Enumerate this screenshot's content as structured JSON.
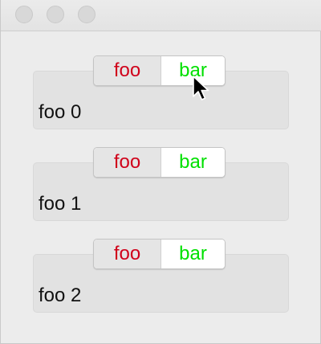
{
  "window": {
    "traffic_lights": [
      "close",
      "minimize",
      "zoom"
    ]
  },
  "colors": {
    "foo_text": "#d0021b",
    "bar_text": "#00e000"
  },
  "rows": [
    {
      "label": "foo 0",
      "seg_foo": "foo",
      "seg_bar": "bar"
    },
    {
      "label": "foo 1",
      "seg_foo": "foo",
      "seg_bar": "bar"
    },
    {
      "label": "foo 2",
      "seg_foo": "foo",
      "seg_bar": "bar"
    }
  ],
  "cursor": {
    "icon": "arrow-pointer-icon"
  }
}
